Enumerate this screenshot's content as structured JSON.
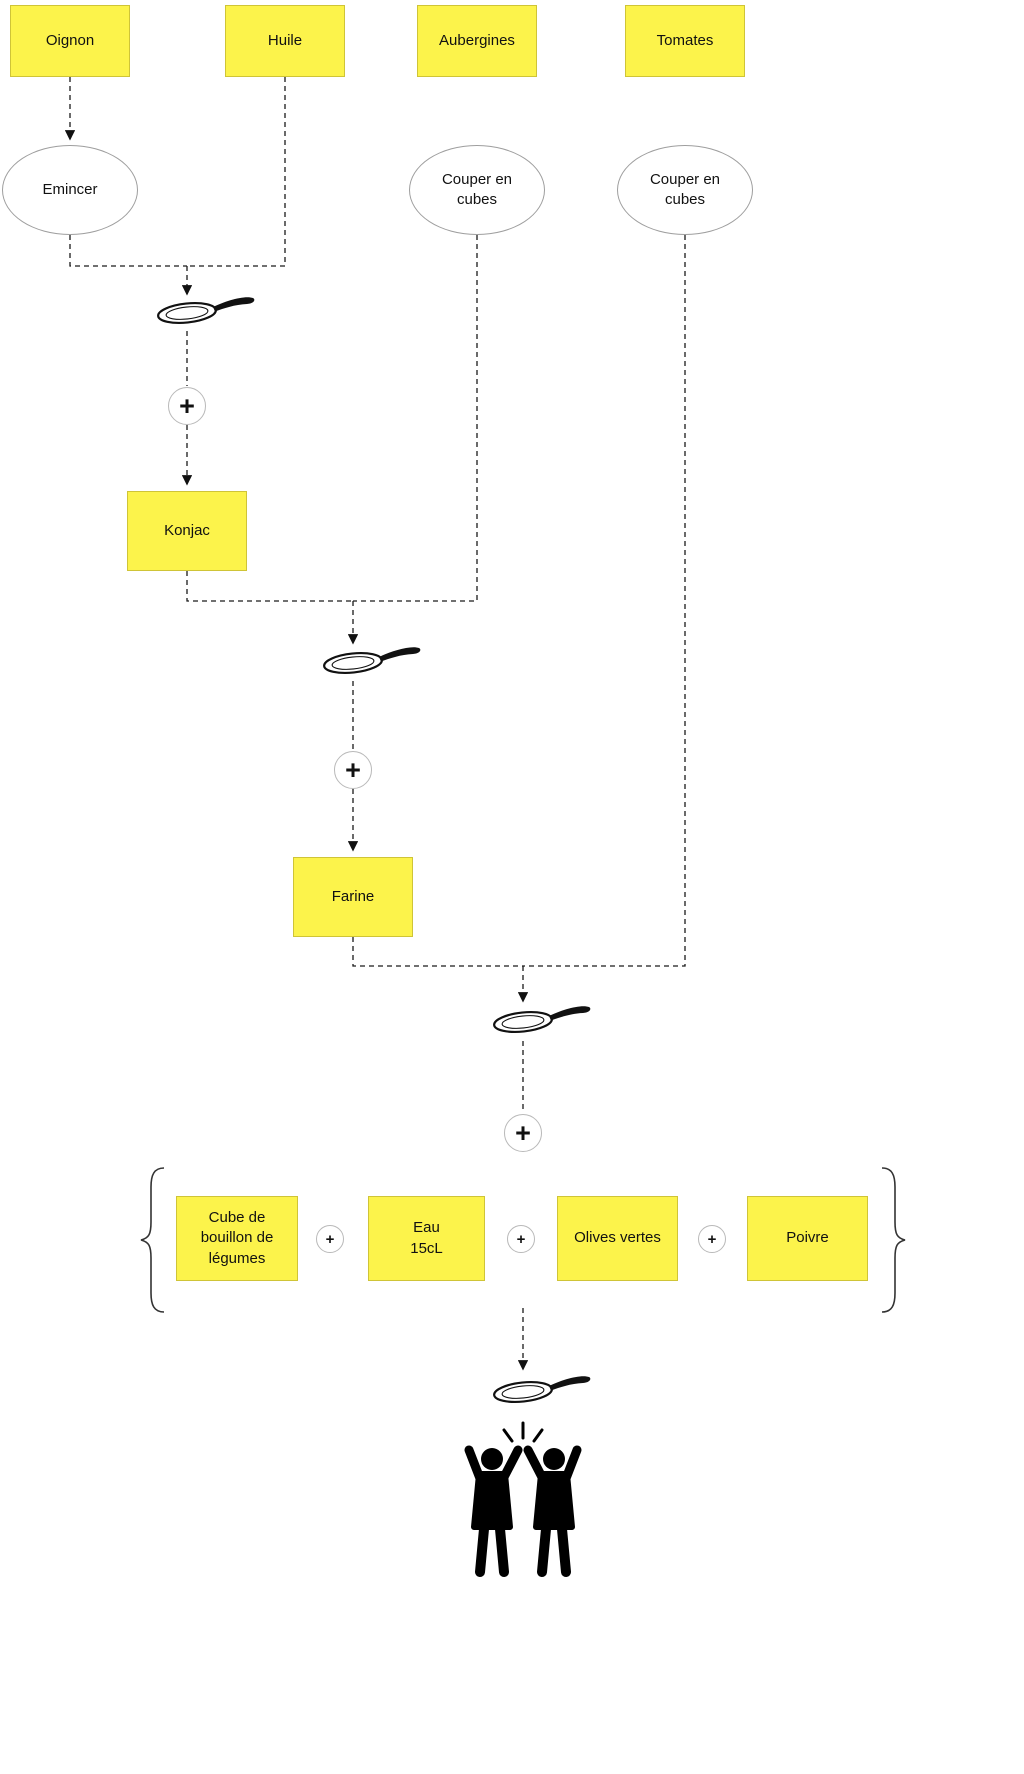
{
  "symbols": {
    "plus": "+"
  },
  "colors": {
    "box_fill": "#FCF34B",
    "box_border": "#CFC437",
    "ellipse_border": "#9E9E9E",
    "line": "#1A1A1A"
  },
  "nodes": {
    "oignon": "Oignon",
    "huile": "Huile",
    "aubergines": "Aubergines",
    "tomates": "Tomates",
    "emincer": "Emincer",
    "couper_cubes_aubergines": "Couper en cubes",
    "couper_cubes_tomates": "Couper en cubes",
    "konjac": "Konjac",
    "farine": "Farine",
    "cube_bouillon": "Cube de bouillon de légumes",
    "eau": "Eau\n15cL",
    "olives": "Olives vertes",
    "poivre": "Poivre"
  }
}
